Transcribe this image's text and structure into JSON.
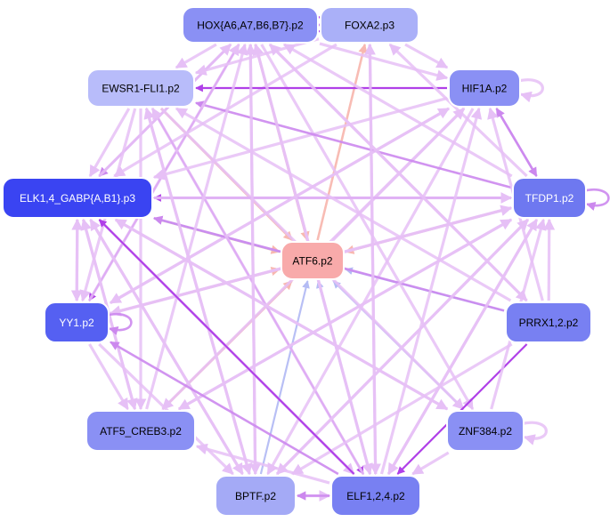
{
  "network": {
    "colors": {
      "background": "#ffffff",
      "node_border": "#ffffff",
      "edge_light": "#e6c0f6",
      "edge_mid": "#cc88ee",
      "edge_strong": "#b040e8",
      "edge_salmon": "#f8b8b0",
      "edge_blue": "#b4bcf4"
    },
    "nodes": [
      {
        "id": "hox",
        "label": "HOX{A6,A7,B6,B7}.p2",
        "fill": "#8a90f4",
        "text": "#000000"
      },
      {
        "id": "foxa2",
        "label": "FOXA2.p3",
        "fill": "#aab0f8",
        "text": "#000000"
      },
      {
        "id": "ewsr1",
        "label": "EWSR1-FLI1.p2",
        "fill": "#b8bcfa",
        "text": "#000000"
      },
      {
        "id": "hif1a",
        "label": "HIF1A.p2",
        "fill": "#8a90f4",
        "text": "#000000"
      },
      {
        "id": "elk",
        "label": "ELK1,4_GABP{A,B1}.p3",
        "fill": "#3a44f2",
        "text": "#ffffff"
      },
      {
        "id": "tfdp1",
        "label": "TFDP1.p2",
        "fill": "#6e78f0",
        "text": "#ffffff"
      },
      {
        "id": "atf6",
        "label": "ATF6.p2",
        "fill": "#f8aaaa",
        "text": "#000000"
      },
      {
        "id": "yy1",
        "label": "YY1.p2",
        "fill": "#5560f2",
        "text": "#ffffff"
      },
      {
        "id": "prrx",
        "label": "PRRX1,2.p2",
        "fill": "#7880f2",
        "text": "#000000"
      },
      {
        "id": "atf5",
        "label": "ATF5_CREB3.p2",
        "fill": "#8a90f4",
        "text": "#000000"
      },
      {
        "id": "znf",
        "label": "ZNF384.p2",
        "fill": "#8a90f4",
        "text": "#000000"
      },
      {
        "id": "bptf",
        "label": "BPTF.p2",
        "fill": "#a4aaf6",
        "text": "#000000"
      },
      {
        "id": "elf",
        "label": "ELF1,2,4.p2",
        "fill": "#7880f2",
        "text": "#000000"
      }
    ],
    "edges": [
      {
        "from": "elk",
        "to": "atf6",
        "style": "salmon"
      },
      {
        "from": "ewsr1",
        "to": "atf6",
        "style": "salmon"
      },
      {
        "from": "hox",
        "to": "atf6",
        "style": "salmon"
      },
      {
        "from": "atf6",
        "to": "foxa2",
        "style": "salmon"
      },
      {
        "from": "atf6",
        "to": "hif1a",
        "style": "light"
      },
      {
        "from": "tfdp1",
        "to": "atf6",
        "style": "salmon"
      },
      {
        "from": "prrx",
        "to": "atf6",
        "style": "blue"
      },
      {
        "from": "znf",
        "to": "atf6",
        "style": "blue"
      },
      {
        "from": "elf",
        "to": "atf6",
        "style": "blue"
      },
      {
        "from": "bptf",
        "to": "atf6",
        "style": "blue"
      },
      {
        "from": "atf5",
        "to": "atf6",
        "style": "salmon"
      },
      {
        "from": "yy1",
        "to": "atf6",
        "style": "salmon"
      },
      {
        "from": "atf6",
        "to": "elk",
        "style": "blue"
      },
      {
        "from": "hox",
        "to": "foxa2",
        "style": "strong"
      },
      {
        "from": "foxa2",
        "to": "hox",
        "style": "mid"
      },
      {
        "from": "hox",
        "to": "ewsr1",
        "style": "light"
      },
      {
        "from": "hox",
        "to": "hif1a",
        "style": "light"
      },
      {
        "from": "hox",
        "to": "elk",
        "style": "mid"
      },
      {
        "from": "hox",
        "to": "yy1",
        "style": "strong"
      },
      {
        "from": "hox",
        "to": "prrx",
        "style": "light"
      },
      {
        "from": "hox",
        "to": "elf",
        "style": "light"
      },
      {
        "from": "hox",
        "to": "bptf",
        "style": "light"
      },
      {
        "from": "hox",
        "to": "znf",
        "style": "light"
      },
      {
        "from": "foxa2",
        "to": "ewsr1",
        "style": "light"
      },
      {
        "from": "foxa2",
        "to": "elk",
        "style": "light"
      },
      {
        "from": "foxa2",
        "to": "elf",
        "style": "light"
      },
      {
        "from": "foxa2",
        "to": "hif1a",
        "style": "light"
      },
      {
        "from": "ewsr1",
        "to": "elk",
        "style": "light"
      },
      {
        "from": "ewsr1",
        "to": "yy1",
        "style": "light"
      },
      {
        "from": "ewsr1",
        "to": "atf5",
        "style": "light"
      },
      {
        "from": "ewsr1",
        "to": "elf",
        "style": "strong"
      },
      {
        "from": "ewsr1",
        "to": "bptf",
        "style": "light"
      },
      {
        "from": "ewsr1",
        "to": "znf",
        "style": "light"
      },
      {
        "from": "hif1a",
        "to": "ewsr1",
        "style": "strong"
      },
      {
        "from": "hif1a",
        "to": "elk",
        "style": "light"
      },
      {
        "from": "hif1a",
        "to": "tfdp1",
        "style": "mid"
      },
      {
        "from": "hif1a",
        "to": "atf5",
        "style": "light"
      },
      {
        "from": "hif1a",
        "to": "bptf",
        "style": "light"
      },
      {
        "from": "hif1a",
        "to": "yy1",
        "style": "light"
      },
      {
        "from": "tfdp1",
        "to": "hif1a",
        "style": "mid"
      },
      {
        "from": "tfdp1",
        "to": "elk",
        "style": "strong"
      },
      {
        "from": "tfdp1",
        "to": "ewsr1",
        "style": "mid"
      },
      {
        "from": "tfdp1",
        "to": "hox",
        "style": "light"
      },
      {
        "from": "tfdp1",
        "to": "foxa2",
        "style": "light"
      },
      {
        "from": "tfdp1",
        "to": "yy1",
        "style": "light"
      },
      {
        "from": "tfdp1",
        "to": "atf5",
        "style": "light"
      },
      {
        "from": "tfdp1",
        "to": "bptf",
        "style": "light"
      },
      {
        "from": "tfdp1",
        "to": "elf",
        "style": "light"
      },
      {
        "from": "elk",
        "to": "tfdp1",
        "style": "light"
      },
      {
        "from": "elk",
        "to": "hox",
        "style": "light"
      },
      {
        "from": "elk",
        "to": "yy1",
        "style": "light"
      },
      {
        "from": "elk",
        "to": "atf5",
        "style": "light"
      },
      {
        "from": "elk",
        "to": "bptf",
        "style": "light"
      },
      {
        "from": "elk",
        "to": "elf",
        "style": "light"
      },
      {
        "from": "elk",
        "to": "znf",
        "style": "light"
      },
      {
        "from": "yy1",
        "to": "elk",
        "style": "light"
      },
      {
        "from": "yy1",
        "to": "atf5",
        "style": "light"
      },
      {
        "from": "yy1",
        "to": "bptf",
        "style": "light"
      },
      {
        "from": "yy1",
        "to": "hif1a",
        "style": "light"
      },
      {
        "from": "yy1",
        "to": "tfdp1",
        "style": "light"
      },
      {
        "from": "yy1",
        "to": "hox",
        "style": "light"
      },
      {
        "from": "prrx",
        "to": "elk",
        "style": "mid"
      },
      {
        "from": "prrx",
        "to": "elf",
        "style": "strong"
      },
      {
        "from": "prrx",
        "to": "hox",
        "style": "light"
      },
      {
        "from": "prrx",
        "to": "ewsr1",
        "style": "light"
      },
      {
        "from": "prrx",
        "to": "hif1a",
        "style": "light"
      },
      {
        "from": "prrx",
        "to": "tfdp1",
        "style": "light"
      },
      {
        "from": "prrx",
        "to": "bptf",
        "style": "light"
      },
      {
        "from": "znf",
        "to": "elk",
        "style": "light"
      },
      {
        "from": "znf",
        "to": "tfdp1",
        "style": "light"
      },
      {
        "from": "znf",
        "to": "elf",
        "style": "light"
      },
      {
        "from": "atf5",
        "to": "hox",
        "style": "light"
      },
      {
        "from": "atf5",
        "to": "tfdp1",
        "style": "light"
      },
      {
        "from": "atf5",
        "to": "elk",
        "style": "light"
      },
      {
        "from": "bptf",
        "to": "elf",
        "style": "light"
      },
      {
        "from": "bptf",
        "to": "hox",
        "style": "light"
      },
      {
        "from": "bptf",
        "to": "tfdp1",
        "style": "light"
      },
      {
        "from": "bptf",
        "to": "ewsr1",
        "style": "light"
      },
      {
        "from": "bptf",
        "to": "elk",
        "style": "light"
      },
      {
        "from": "elf",
        "to": "bptf",
        "style": "mid"
      },
      {
        "from": "elf",
        "to": "atf5",
        "style": "light"
      },
      {
        "from": "elf",
        "to": "elk",
        "style": "strong"
      },
      {
        "from": "elf",
        "to": "yy1",
        "style": "mid"
      },
      {
        "from": "elf",
        "to": "hox",
        "style": "light"
      },
      {
        "from": "elf",
        "to": "tfdp1",
        "style": "light"
      },
      {
        "from": "elf",
        "to": "foxa2",
        "style": "light"
      },
      {
        "from": "elf",
        "to": "hif1a",
        "style": "light"
      },
      {
        "from": "elf",
        "to": "ewsr1",
        "style": "light"
      }
    ],
    "self_loops": [
      {
        "node": "hox",
        "style": "strong"
      },
      {
        "node": "hif1a",
        "style": "light"
      },
      {
        "node": "tfdp1",
        "style": "mid"
      },
      {
        "node": "yy1",
        "style": "mid"
      },
      {
        "node": "znf",
        "style": "light"
      }
    ]
  }
}
